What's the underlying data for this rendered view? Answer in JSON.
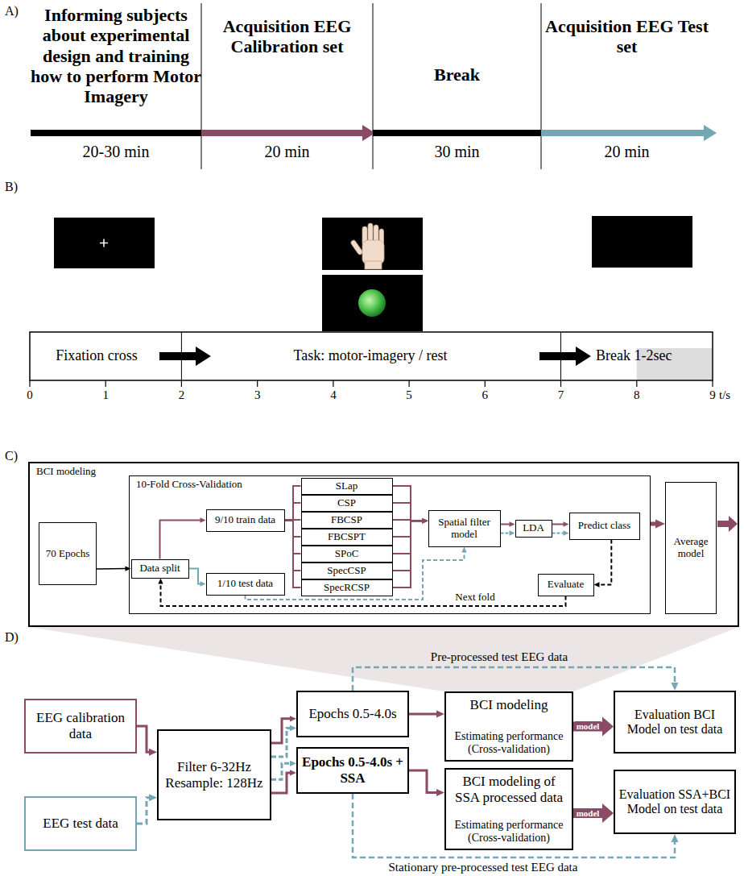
{
  "diagram": {
    "nodes": [
      {
        "text": [
          "BCI modeling"
        ]
      },
      {
        "text": [
          "70 Epochs"
        ],
        "in": 0
      },
      {
        "text": [
          "10-Fold Cross-Validation"
        ],
        "in": 0
      },
      {
        "text": [
          "Data split"
        ],
        "in": 2
      },
      {
        "text": [
          "9/10 train data"
        ],
        "in": 2
      },
      {
        "text": [
          "1/10 test data"
        ],
        "in": 2
      },
      {
        "text": [
          "SLap"
        ],
        "in": 2
      },
      {
        "text": [
          "CSP"
        ],
        "in": 2
      },
      {
        "text": [
          "FBCSP"
        ],
        "in": 2
      },
      {
        "text": [
          "FBCSPT"
        ],
        "in": 2
      },
      {
        "text": [
          "SPoC"
        ],
        "in": 2
      },
      {
        "text": [
          "SpecCSP"
        ],
        "in": 2
      },
      {
        "text": [
          "SpecRCSP"
        ],
        "in": 2
      },
      {
        "text": [
          "Spatial filter model"
        ],
        "in": 2
      },
      {
        "text": [
          "LDA"
        ],
        "in": 2
      },
      {
        "text": [
          "Predict class"
        ],
        "in": 2
      },
      {
        "text": [
          "Evaluate"
        ],
        "in": 2
      },
      {
        "text": [
          "Average model"
        ],
        "in": 0
      },
      {
        "text": [
          "EEG calibration data"
        ]
      },
      {
        "text": [
          "EEG test data"
        ]
      },
      {
        "text": [
          "Filter 6-32Hz Resample: 128Hz"
        ]
      },
      {
        "text": [
          "Epochs 0.5-4.0s"
        ]
      },
      {
        "text": [
          "Epochs 0.5-4.0s + SSA"
        ]
      },
      {
        "text": [
          "BCI modeling",
          "Estimating performance (Cross-validation)"
        ]
      },
      {
        "text": [
          "BCI modeling of SSA processed data",
          "Estimating performance (Cross-validation)"
        ]
      },
      {
        "text": [
          "Evaluation BCI Model on test data"
        ]
      },
      {
        "text": [
          "Evaluation SSA+BCI Model on test data"
        ]
      }
    ],
    "edges": [
      {
        "from": 1,
        "to": 3,
        "arrow": "to"
      },
      {
        "from": 3,
        "to": 4,
        "arrow": "to"
      },
      {
        "from": 3,
        "to": 5,
        "arrow": "to"
      },
      {
        "from": 4,
        "to": 6,
        "arrow": "none"
      },
      {
        "from": 4,
        "to": 7,
        "arrow": "none"
      },
      {
        "from": 4,
        "to": 8,
        "arrow": "none"
      },
      {
        "from": 4,
        "to": 9,
        "arrow": "none"
      },
      {
        "from": 4,
        "to": 10,
        "arrow": "none"
      },
      {
        "from": 4,
        "to": 11,
        "arrow": "none"
      },
      {
        "from": 4,
        "to": 12,
        "arrow": "none"
      },
      {
        "from": 6,
        "to": 13,
        "arrow": "to"
      },
      {
        "from": 7,
        "to": 13,
        "arrow": "to"
      },
      {
        "from": 8,
        "to": 13,
        "arrow": "to"
      },
      {
        "from": 9,
        "to": 13,
        "arrow": "to"
      },
      {
        "from": 10,
        "to": 13,
        "arrow": "to"
      },
      {
        "from": 11,
        "to": 13,
        "arrow": "to"
      },
      {
        "from": 12,
        "to": 13,
        "arrow": "to"
      },
      {
        "from": 5,
        "to": 13,
        "arrow": "to"
      },
      {
        "from": 13,
        "to": 14,
        "arrow": "to"
      },
      {
        "from": 13,
        "to": 14,
        "arrow": "to"
      },
      {
        "from": 14,
        "to": 15,
        "arrow": "to"
      },
      {
        "from": 14,
        "to": 15,
        "arrow": "to"
      },
      {
        "from": 15,
        "to": 16,
        "arrow": "to"
      },
      {
        "from": 16,
        "to": 3,
        "arrow": "to",
        "label": "Next fold"
      },
      {
        "from": 2,
        "to": 17,
        "arrow": "to"
      },
      {
        "from": 18,
        "to": 20,
        "arrow": "to"
      },
      {
        "from": 19,
        "to": 20,
        "arrow": "to"
      },
      {
        "from": 20,
        "to": 21,
        "arrow": "to"
      },
      {
        "from": 20,
        "to": 21,
        "arrow": "to"
      },
      {
        "from": 20,
        "to": 22,
        "arrow": "to"
      },
      {
        "from": 20,
        "to": 22,
        "arrow": "to"
      },
      {
        "from": 21,
        "to": 23,
        "arrow": "to"
      },
      {
        "from": 22,
        "to": 24,
        "arrow": "to"
      },
      {
        "from": 23,
        "to": 25,
        "arrow": "to",
        "label": "model"
      },
      {
        "from": 24,
        "to": 26,
        "arrow": "to",
        "label": "model"
      },
      {
        "from": 21,
        "to": 25,
        "arrow": "to",
        "label": "Pre-processed test EEG data"
      },
      {
        "from": 22,
        "to": 26,
        "arrow": "to",
        "label": "Stationary pre-processed test EEG data"
      }
    ],
    "labels": [
      "A)",
      "Informing subjects about experimental design and training how to perform Motor Imagery",
      "20-30 min",
      "Acquisition EEG Calibration set",
      "20 min",
      "Break",
      "30 min",
      "Acquisition EEG Test set",
      "20 min",
      "B)",
      "Fixation cross",
      "Task: motor-imagery / rest",
      "Break 1-2sec",
      "0",
      "1",
      "2",
      "3",
      "4",
      "5",
      "6",
      "7",
      "8",
      "9",
      "t/s",
      "C)",
      "D)"
    ]
  }
}
